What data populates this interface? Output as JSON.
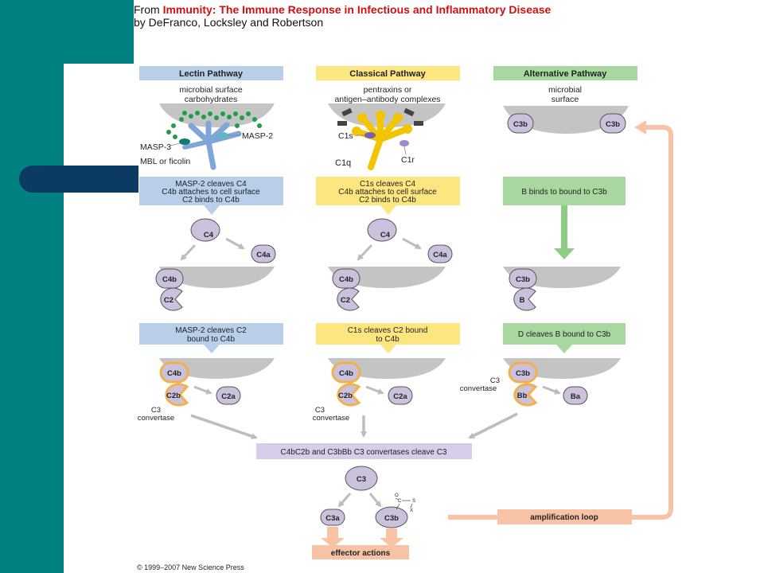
{
  "header": {
    "from": "From ",
    "book_title": "Immunity: The Immune Response in Infectious and Inflammatory Disease",
    "authors": "by DeFranco, Locksley and Robertson"
  },
  "pathways": {
    "lectin": {
      "title": "Lectin Pathway",
      "surface": [
        "microbial surface",
        "carbohydrates"
      ],
      "labels": {
        "masp2": "MASP-2",
        "masp3": "MASP-3",
        "mbl": "MBL or ficolin"
      },
      "step1": [
        "MASP-2 cleaves C4",
        "C4b attaches to cell surface",
        "C2 binds to C4b"
      ],
      "step2": [
        "MASP-2 cleaves C2",
        "bound to C4b"
      ]
    },
    "classical": {
      "title": "Classical Pathway",
      "surface": [
        "pentraxins or",
        "antigen–antibody complexes"
      ],
      "labels": {
        "c1s": "C1s",
        "c1r": "C1r",
        "c1q": "C1q"
      },
      "step1": [
        "C1s cleaves C4",
        "C4b attaches to cell surface",
        "C2 binds to C4b"
      ],
      "step2": [
        "C1s cleaves C2 bound",
        "to C4b"
      ]
    },
    "alternative": {
      "title": "Alternative Pathway",
      "surface": [
        "microbial",
        "surface"
      ],
      "step1": [
        "B binds to bound to C3b"
      ],
      "step2": [
        "D cleaves B bound to C3b"
      ]
    }
  },
  "molecules": {
    "c4": "C4",
    "c4a": "C4a",
    "c4b": "C4b",
    "c2": "C2",
    "c2a": "C2a",
    "c2b": "C2b",
    "c3b": "C3b",
    "b": "B",
    "bb": "Bb",
    "ba": "Ba",
    "c3": "C3",
    "c3a": "C3a"
  },
  "convertase_label": [
    "C3",
    "convertase"
  ],
  "convergence_box": "C4bC2b and C3bBb C3 convertases cleave C3",
  "amplification_loop": "amplification loop",
  "effector_actions": "effector actions",
  "thioester": {
    "o": "O",
    "c": "C",
    "s": "S",
    "x": "X"
  },
  "copyright": "© 1999–2007 New Science Press",
  "colors": {
    "teal": "#008080",
    "navy": "#0b3a63",
    "lectin": "#b9cfe9",
    "classical": "#fde57f",
    "alternative": "#a8d8a0",
    "molecule": "#cbc1dd",
    "convertase_ring": "#f2b14a",
    "purple_box": "#d6cde8",
    "salmon": "#f7c3a4",
    "grey_arrow": "#bdbdbd"
  }
}
